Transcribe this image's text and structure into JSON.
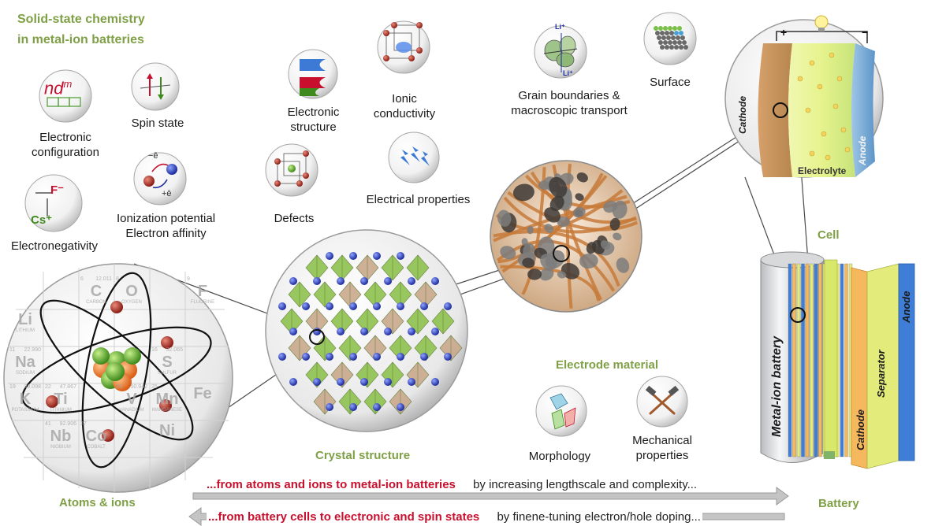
{
  "title": {
    "line1": "Solid-state chemistry",
    "line2": "in metal-ion batteries"
  },
  "properties": {
    "electronic_configuration": {
      "line1": "Electronic",
      "line2": "configuration",
      "symbol": "nd",
      "superscript": "m"
    },
    "spin_state": "Spin state",
    "ionization": {
      "line1": "Ionization potential",
      "line2": "Electron affinity",
      "e_minus": "−ē",
      "e_plus": "+ē"
    },
    "electronegativity": {
      "label": "Electronegativity",
      "fluorine": "F⁻",
      "cesium": "Cs⁺"
    },
    "electronic_structure": {
      "line1": "Electronic",
      "line2": "structure"
    },
    "ionic_conductivity": {
      "line1": "Ionic",
      "line2": "conductivity"
    },
    "defects": "Defects",
    "electrical_properties": "Electrical properties",
    "grain_boundaries": {
      "line1": "Grain boundaries  &",
      "line2": "macroscopic transport",
      "li_top": "Li⁺",
      "li_bottom": "Li⁺"
    },
    "surface": "Surface",
    "morphology": "Morphology",
    "mechanical": {
      "line1": "Mechanical",
      "line2": "properties"
    }
  },
  "scales": {
    "atoms": "Atoms & ions",
    "crystal": "Crystal structure",
    "electrode": "Electrode material",
    "cell": "Cell",
    "battery": "Battery"
  },
  "periodic_table": {
    "cells": [
      {
        "num": "6",
        "mass": "12.011",
        "sym": "C",
        "name": "CARBON"
      },
      {
        "num": "8",
        "mass": "",
        "sym": "O",
        "name": "OXYGEN"
      },
      {
        "num": "9",
        "mass": "",
        "sym": "F",
        "name": "FLUORINE"
      },
      {
        "num": "",
        "mass": "",
        "sym": "Li",
        "name": "LITHIUM"
      },
      {
        "num": "11",
        "mass": "22.990",
        "sym": "Na",
        "name": "SODIUM"
      },
      {
        "num": "16",
        "mass": "32.065",
        "sym": "S",
        "name": "SULFUR"
      },
      {
        "num": "19",
        "mass": "39.098",
        "sym": "K",
        "name": "POTASSIUM"
      },
      {
        "num": "22",
        "mass": "47.867",
        "sym": "Ti",
        "name": "TITANIUM"
      },
      {
        "num": "23",
        "mass": "50.942",
        "sym": "V",
        "name": "VANADIUM"
      },
      {
        "num": "25",
        "mass": "",
        "sym": "Mn",
        "name": "MANGANESE"
      },
      {
        "num": "",
        "mass": "",
        "sym": "Fe",
        "name": ""
      },
      {
        "num": "41",
        "mass": "92.906",
        "sym": "Nb",
        "name": "NIOBIUM"
      },
      {
        "num": "27",
        "mass": "",
        "sym": "Co",
        "name": "COBALT"
      },
      {
        "num": "",
        "mass": "",
        "sym": "Ni",
        "name": ""
      }
    ]
  },
  "cell_diagram": {
    "plus": "+",
    "minus": "−",
    "cathode": "Cathode",
    "electrolyte": "Electrolyte",
    "anode": "Anode"
  },
  "battery_diagram": {
    "body": "Metal-ion battery",
    "cathode": "Cathode",
    "separator": "Separator",
    "anode": "Anode"
  },
  "arrows": {
    "forward_red": "...from atoms and ions to metal-ion batteries",
    "forward_black": "by increasing lengthscale and complexity...",
    "backward_red": "...from battery cells to electronic and spin states",
    "backward_black": "by finene-tuning electron/hole doping..."
  },
  "colors": {
    "accent_green": "#7fa046",
    "accent_red": "#c8102e"
  }
}
